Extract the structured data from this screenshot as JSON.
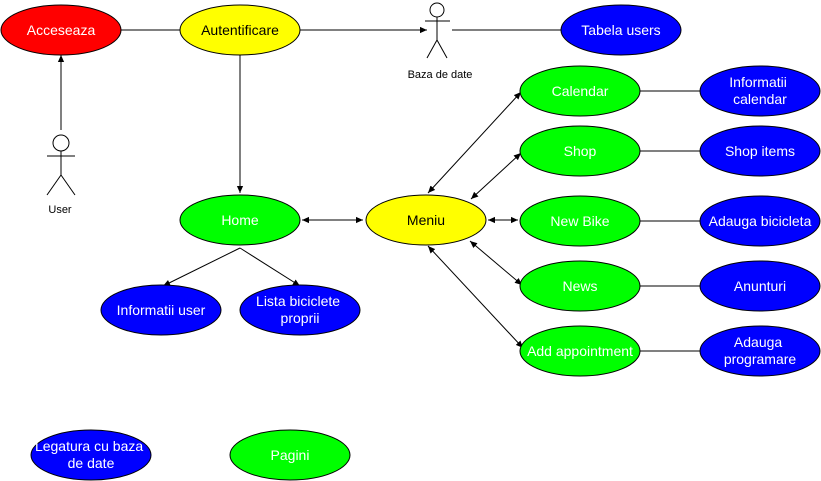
{
  "colors": {
    "red": "#ff0000",
    "yellow": "#ffff00",
    "green": "#00ff00",
    "blue": "#0000ff",
    "white": "#ffffff",
    "black": "#000000"
  },
  "actors": {
    "user": "User",
    "database": "Baza de date"
  },
  "nodes": {
    "acceseaza": "Acceseaza",
    "autentificare": "Autentificare",
    "tabela_users": "Tabela users",
    "home": "Home",
    "meniu": "Meniu",
    "informatii_user": "Informatii user",
    "lista_biciclete": [
      "Lista biciclete",
      "proprii"
    ],
    "calendar": "Calendar",
    "shop": "Shop",
    "new_bike": "New Bike",
    "news": "News",
    "add_appointment": "Add appointment",
    "informatii_calendar": [
      "Informatii",
      "calendar"
    ],
    "shop_items": "Shop items",
    "adauga_bicicleta": "Adauga bicicleta",
    "anunturi": "Anunturi",
    "adauga_programare": [
      "Adauga",
      "programare"
    ]
  },
  "legend": {
    "db_link": [
      "Legatura cu baza",
      "de date"
    ],
    "pages": "Pagini"
  }
}
